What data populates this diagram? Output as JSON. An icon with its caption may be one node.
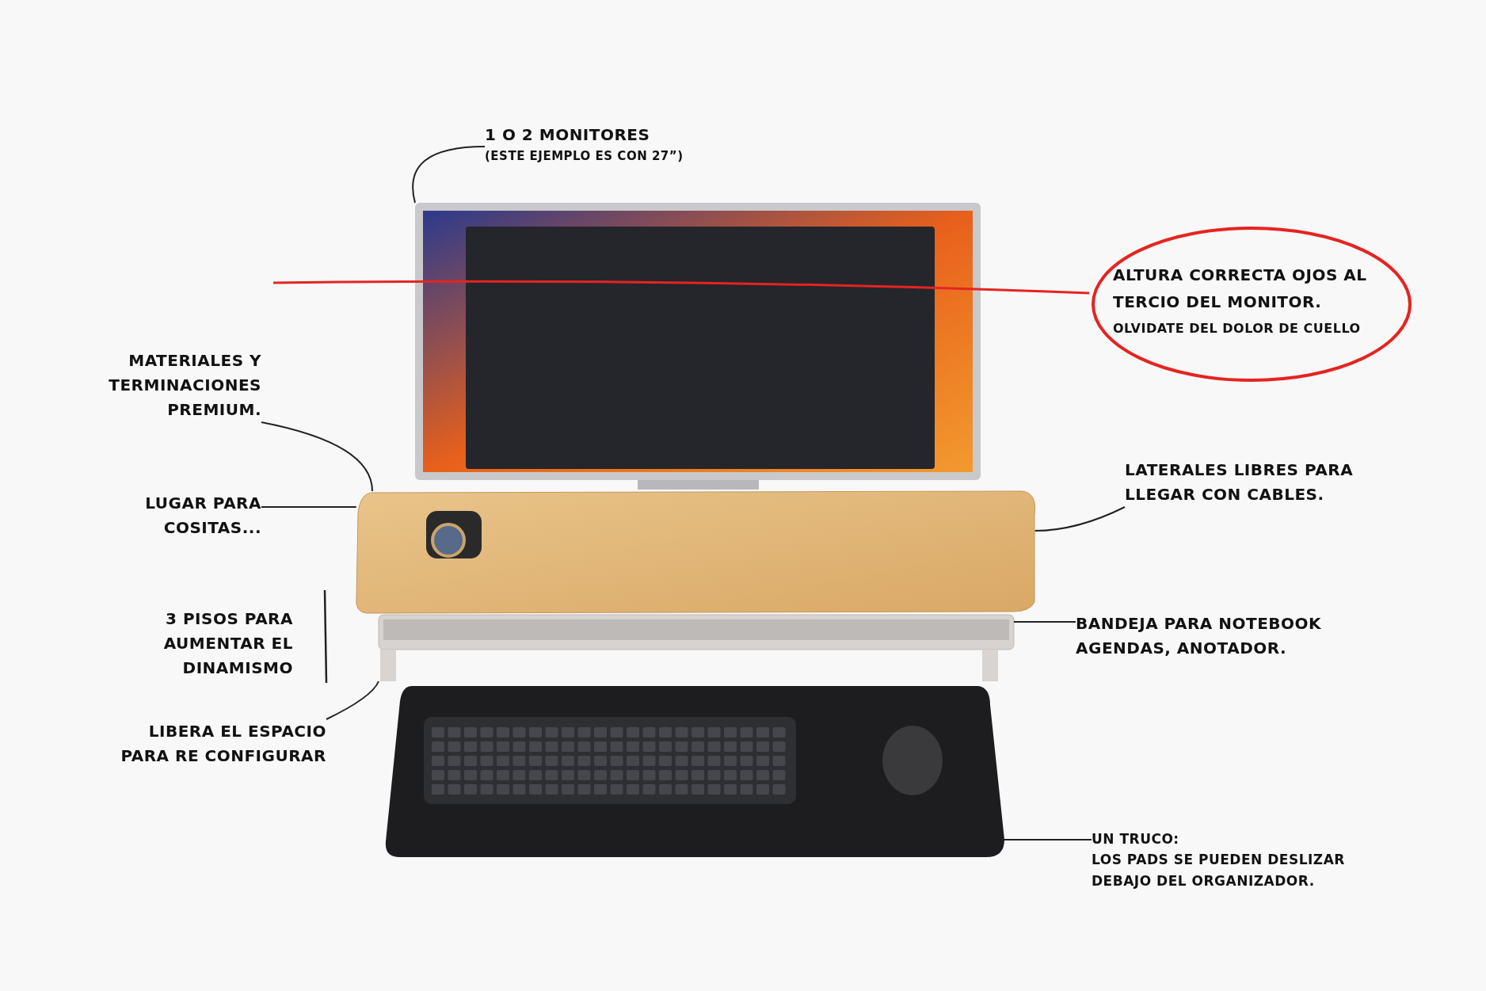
{
  "diagram": {
    "nodes": [
      {
        "text": [
          "1 O 2 MONITORES",
          "(ESTE EJEMPLO ES CON 27”)"
        ]
      },
      {
        "text": [
          "ALTURA CORRECTA OJOS AL TERCIO DEL MONITOR.",
          "OLVIDATE DEL DOLOR DE CUELLO"
        ]
      },
      {
        "text": [
          "MATERIALES Y TERMINACIONES PREMIUM."
        ]
      },
      {
        "text": [
          "LUGAR PARA COSITAS..."
        ]
      },
      {
        "text": [
          "LATERALES LIBRES PARA LLEGAR CON CABLES."
        ]
      },
      {
        "text": [
          "BANDEJA PARA NOTEBOOK AGENDAS, ANOTADOR."
        ]
      },
      {
        "text": [
          "LIBERA EL ESPACIO PARA RE CONFIGURAR"
        ]
      },
      {
        "text": [
          "UN TRUCO:",
          "LOS PADS SE PUEDEN DESLIZAR DEBAJO DEL ORGANIZADOR."
        ]
      },
      {
        "text": [],
        "shape": "picture"
      },
      {
        "text": [],
        "shape": "picture"
      },
      {
        "text": [],
        "shape": "picture"
      },
      {
        "text": [],
        "shape": "picture"
      }
    ],
    "edges": [
      {
        "from": 0,
        "to": 8,
        "arrow": "none"
      },
      {
        "from": 2,
        "to": 9,
        "arrow": "none"
      },
      {
        "from": 3,
        "to": 9,
        "arrow": "none"
      },
      {
        "from": 4,
        "to": 9,
        "arrow": "none"
      },
      {
        "from": 5,
        "to": 10,
        "arrow": "none"
      },
      {
        "from": 6,
        "to": 10,
        "arrow": "none"
      },
      {
        "from": 7,
        "to": 11,
        "arrow": "none"
      }
    ],
    "labels": [
      "3 PISOS PARA AUMENTAR EL DINAMISMO"
    ]
  }
}
